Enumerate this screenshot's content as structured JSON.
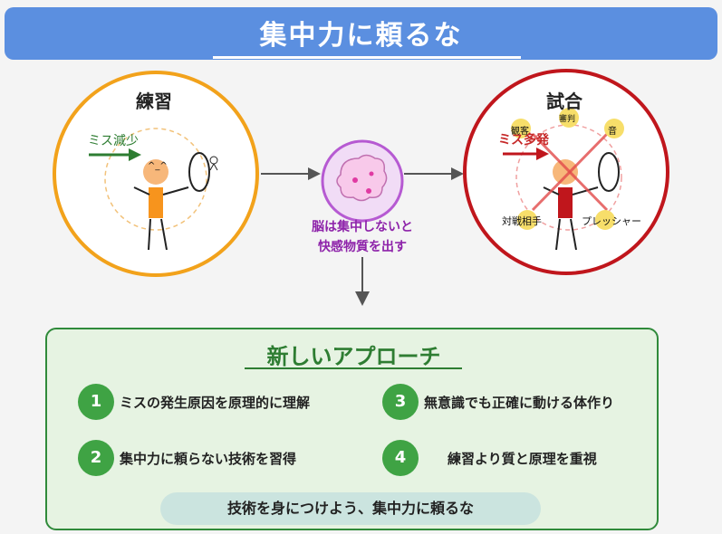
{
  "title": "集中力に頼るな",
  "practice": {
    "title": "練習",
    "miss_label": "ミス減少",
    "face": "^_^"
  },
  "match": {
    "title": "試合",
    "miss_label": "ミス多発",
    "tags": [
      "観客",
      "審判",
      "音",
      "対戦相手",
      "プレッシャー"
    ]
  },
  "brain_caption": [
    "脳は集中しないと",
    "快感物質を出す"
  ],
  "approach": {
    "title": "新しいアプローチ",
    "items": [
      {
        "num": "1",
        "text": "ミスの発生原因を原理的に理解"
      },
      {
        "num": "2",
        "text": "集中力に頼らない技術を習得"
      },
      {
        "num": "3",
        "text": "無意識でも正確に動ける体作り"
      },
      {
        "num": "4",
        "text": "練習より質と原理を重視"
      }
    ],
    "footer": "技術を身につけよう、集中力に頼るな"
  },
  "colors": {
    "title_bg": "#5b8fe0",
    "practice_ring": "#f2a21b",
    "match_ring": "#c0161c",
    "brain": "#b65ad2",
    "panel_border": "#2f8a3a",
    "number_badge": "#3fa344"
  }
}
